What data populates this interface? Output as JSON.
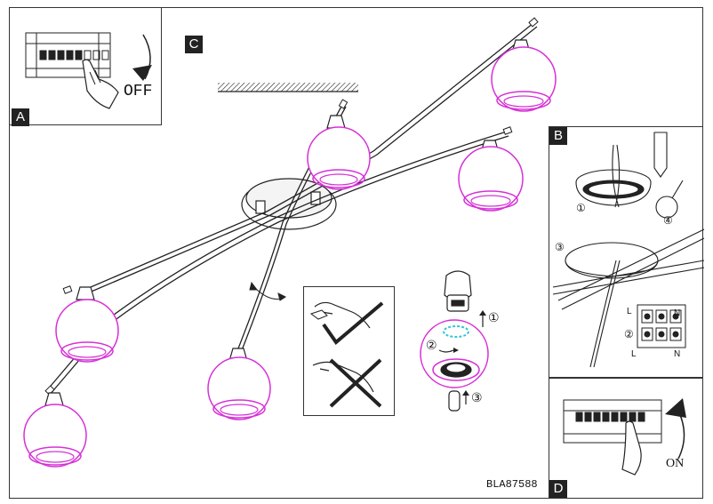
{
  "labels": {
    "panel_a": "A",
    "panel_b": "B",
    "panel_c": "C",
    "panel_d": "D",
    "off_text": "OFF",
    "on_text": "ON",
    "model_code": "BLA87588",
    "terminal_l": "L",
    "terminal_n": "N",
    "step_1": "①",
    "step_2": "②",
    "step_3": "③",
    "step_4": "④"
  },
  "colors": {
    "lamp_shade": "#d631d6",
    "o_ring": "#35c4d8",
    "line": "#222222",
    "tag_bg": "#222222"
  },
  "icons": [
    "breaker-switch-icon",
    "hand-icon",
    "curved-arrow-icon",
    "allowed-check-icon",
    "forbidden-cross-icon",
    "terminal-block-icon",
    "bulb-icon",
    "socket-icon"
  ]
}
